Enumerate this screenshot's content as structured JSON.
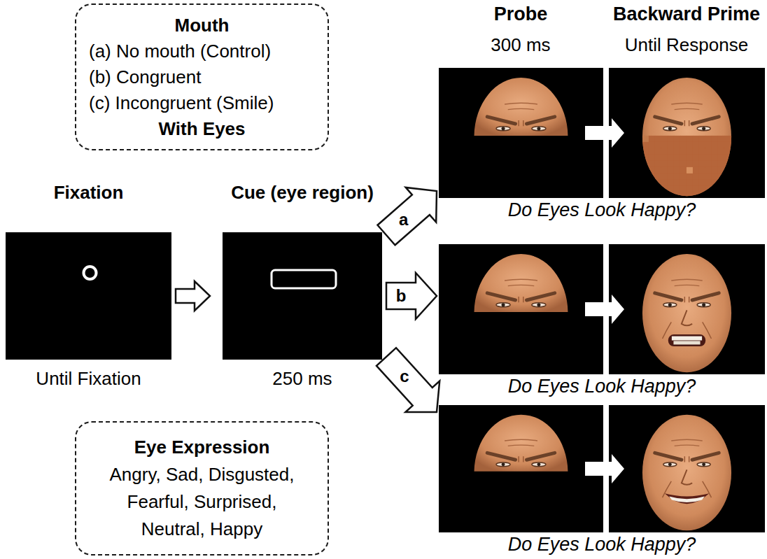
{
  "diagram": {
    "nodes": [
      {
        "text": [
          "Mouth",
          "(a) No mouth (Control)",
          "(b) Congruent",
          "(c) Incongruent (Smile)",
          "With Eyes"
        ]
      },
      {
        "text": [
          "Fixation",
          "Until Fixation"
        ]
      },
      {
        "text": [
          "Cue (eye region)",
          "250 ms"
        ]
      },
      {
        "text": [
          "Do Eyes Look Happy?"
        ]
      },
      {
        "text": [
          "Do Eyes Look Happy?"
        ]
      },
      {
        "text": [
          "Do Eyes Look Happy?"
        ]
      },
      {
        "text": [
          "Eye Expression",
          "Angry, Sad, Disgusted, Fearful, Surprised, Neutral, Happy"
        ]
      }
    ],
    "edges": [
      {
        "from": 1,
        "to": 2,
        "arrow": "to"
      },
      {
        "from": 2,
        "to": 3,
        "label": "a",
        "arrow": "to"
      },
      {
        "from": 2,
        "to": 4,
        "label": "b",
        "arrow": "to"
      },
      {
        "from": 2,
        "to": 5,
        "label": "c",
        "arrow": "to"
      }
    ],
    "labels": [
      "Probe",
      "300 ms",
      "Backward Prime",
      "Until Response"
    ]
  }
}
